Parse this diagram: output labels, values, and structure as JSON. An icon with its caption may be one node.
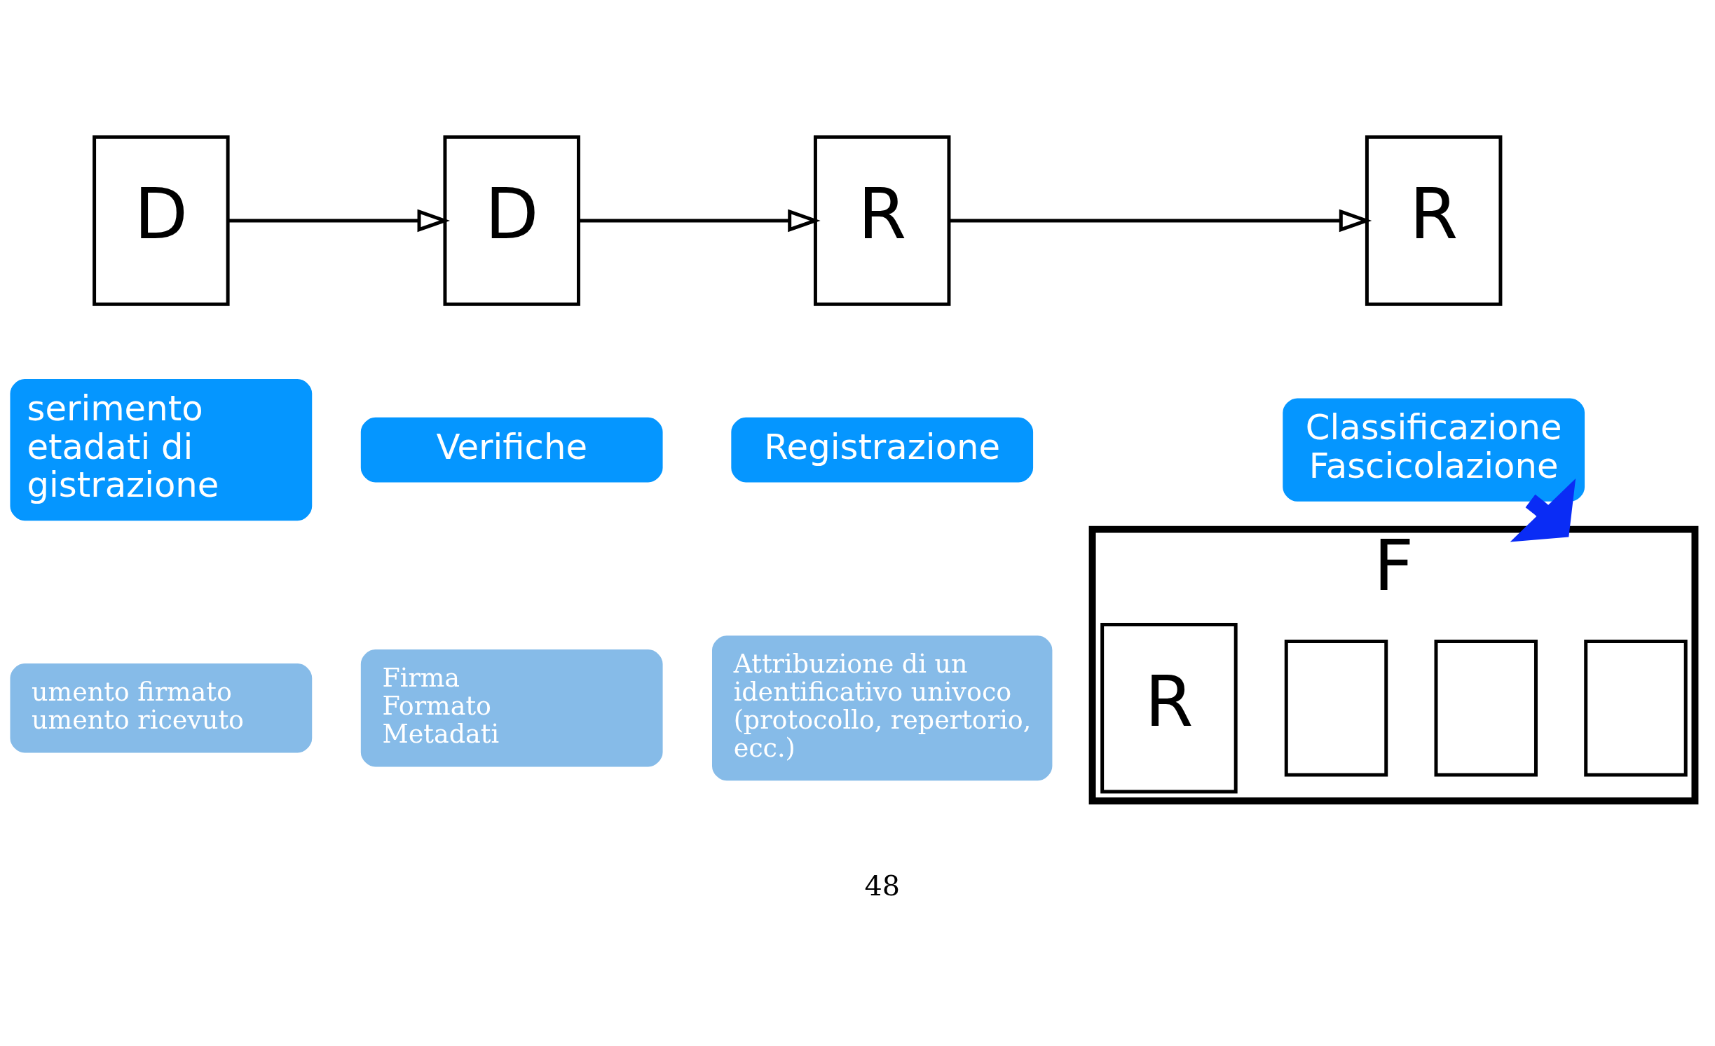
{
  "diagram": {
    "nodes": [
      {
        "text": [
          "D"
        ]
      },
      {
        "text": [
          "D"
        ]
      },
      {
        "text": [
          "R"
        ]
      },
      {
        "text": [
          "R"
        ]
      },
      {
        "text": [
          "serimento etadati di gistrazione"
        ]
      },
      {
        "text": [
          "umento firmato",
          "umento ricevuto"
        ]
      },
      {
        "text": [
          "Verifiche"
        ]
      },
      {
        "text": [
          "Firma",
          "Formato",
          "Metadati"
        ]
      },
      {
        "text": [
          "Registrazione"
        ]
      },
      {
        "text": [
          "Attribuzione di un identificativo univoco (protocollo, repertorio, ecc.)"
        ]
      },
      {
        "text": [
          "Classificazione",
          "Fascicolazione"
        ]
      },
      {
        "text": [
          "F"
        ]
      },
      {
        "text": [],
        "shape": "box",
        "in": 11
      },
      {
        "text": [],
        "shape": "box",
        "in": 11
      },
      {
        "text": [],
        "shape": "box",
        "in": 11
      },
      {
        "text": [
          "R"
        ],
        "in": 11
      }
    ],
    "edges": [
      {
        "from": 0,
        "to": 1,
        "arrow": "to"
      },
      {
        "from": 1,
        "to": 2,
        "arrow": "to"
      },
      {
        "from": 2,
        "to": 3,
        "arrow": "to"
      },
      {
        "from": 10,
        "to": 11,
        "arrow": "to",
        "style": "thick",
        "color": "#0a2cf5"
      }
    ],
    "labels": [
      "48"
    ]
  }
}
